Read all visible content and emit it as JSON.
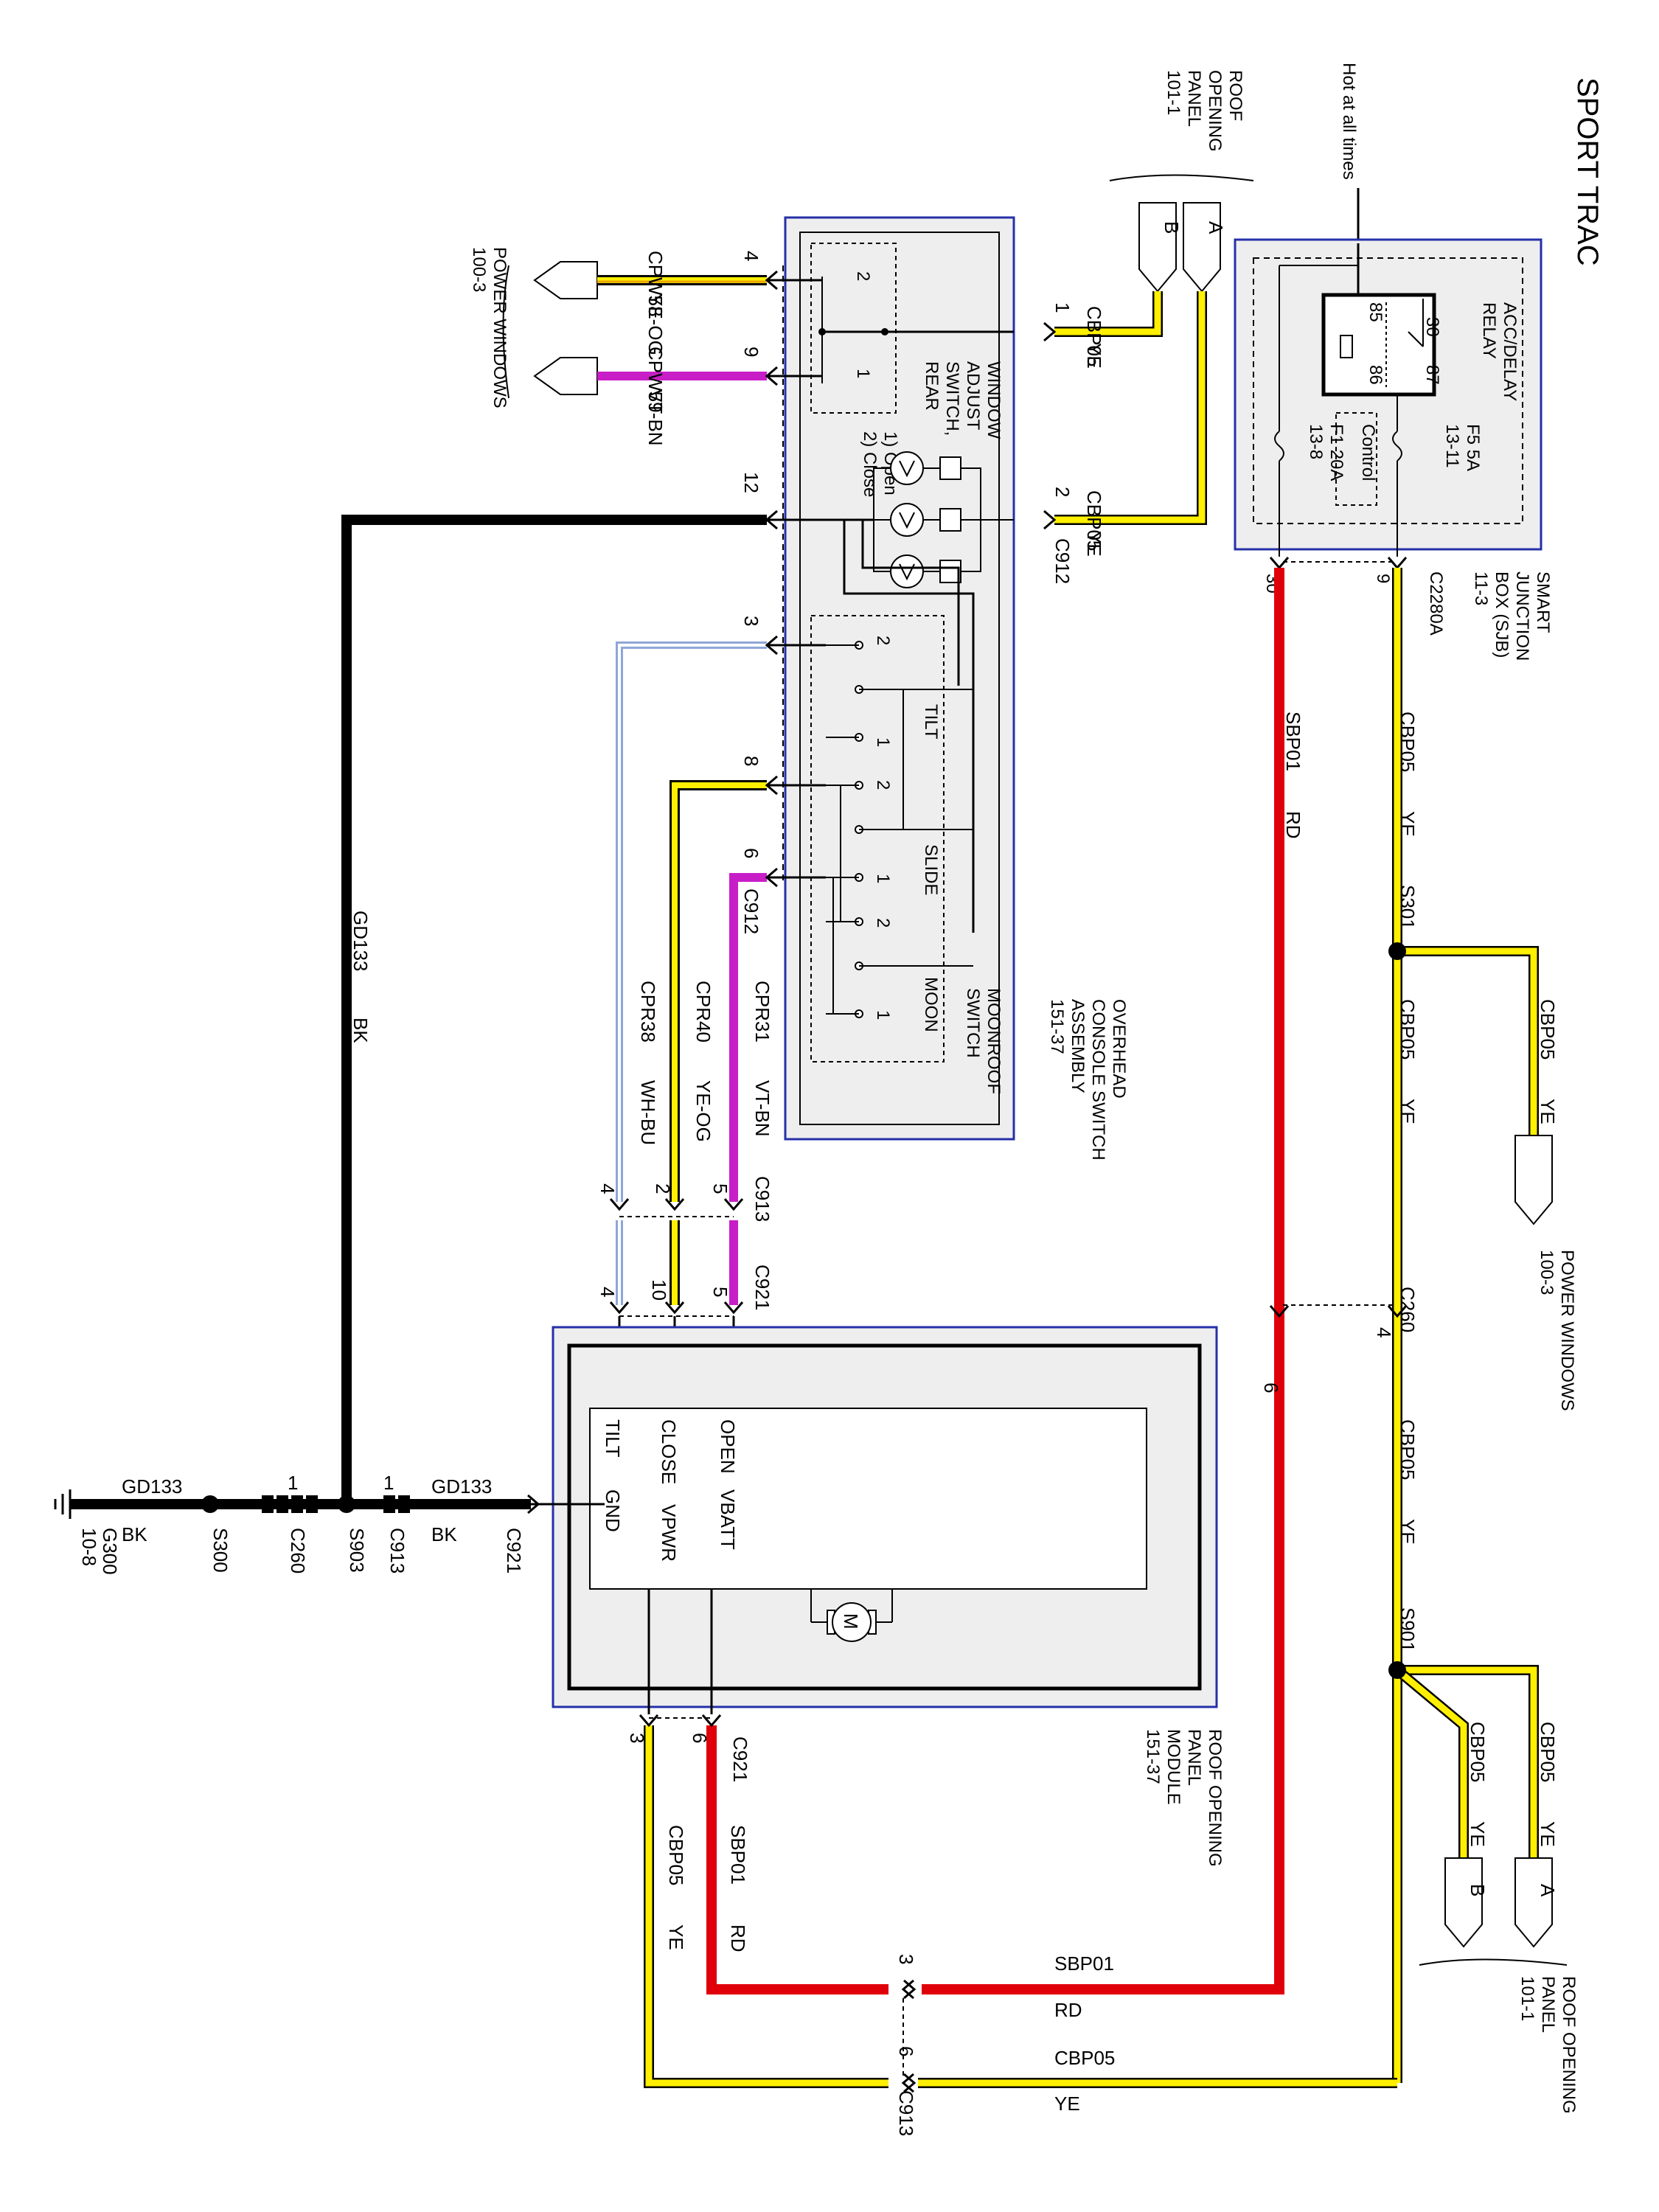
{
  "title": "SPORT TRAC",
  "hot_note": "Hot at all times",
  "colors": {
    "yellow": "#ffef00",
    "red": "#e0000a",
    "magenta": "#c81ec8",
    "black": "#000000",
    "white_blue": "#8fa6d8",
    "box_border": "#2530a8",
    "panel_fill": "#eeeeee"
  },
  "components": {
    "relay": {
      "name_l1": "ACC/DELAY",
      "name_l2": "RELAY",
      "pins": [
        "30",
        "85",
        "86",
        "87"
      ]
    },
    "fuse_f5": {
      "l1": "F5 5A",
      "l2": "13-11"
    },
    "fuse_f1": {
      "l1": "F1 20A",
      "l2": "13-8"
    },
    "control_label": "Control",
    "sjb": {
      "l1": "SMART",
      "l2": "JUNCTION",
      "l3": "BOX (SJB)",
      "l4": "11-3",
      "connector": "C2280A",
      "pin9": "9",
      "pin30": "30"
    },
    "roof_opening_top": {
      "l1": "ROOF",
      "l2": "OPENING",
      "l3": "PANEL",
      "l4": "101-1",
      "a": "A",
      "b": "B"
    },
    "roof_opening_bottom": {
      "l1": "ROOF OPENING",
      "l2": "PANEL",
      "l3": "101-1",
      "a": "A",
      "b": "B"
    },
    "power_windows_top": {
      "l1": "POWER WINDOWS",
      "l2": "100-3"
    },
    "power_windows_right": {
      "l1": "POWER WINDOWS",
      "l2": "100-3"
    },
    "window_switch": {
      "l1": "WINDOW",
      "l2": "ADJUST",
      "l3": "SWITCH,",
      "l4": "REAR",
      "l5": "1) Open",
      "l6": "2) Close",
      "p1": "1",
      "p2": "2"
    },
    "moonroof_switch": {
      "l1": "MOONROOF",
      "l2": "SWITCH",
      "tilt": "TILT",
      "slide": "SLIDE",
      "moon": "MOON",
      "p1": "1",
      "p2": "2"
    },
    "overhead_console": {
      "l1": "OVERHEAD",
      "l2": "CONSOLE SWITCH",
      "l3": "ASSEMBLY",
      "l4": "151-37"
    },
    "roof_module": {
      "l1": "ROOF OPENING",
      "l2": "PANEL",
      "l3": "MODULE",
      "l4": "151-37",
      "pins": {
        "open": "OPEN",
        "close": "CLOSE",
        "tilt": "TILT",
        "gnd": "GND",
        "vbatt": "VBATT",
        "vpwr": "VPWR"
      },
      "motor": "M"
    },
    "ground": {
      "l1": "G300",
      "l2": "10-8"
    }
  },
  "wires": {
    "cpw58": {
      "circuit": "CPW58",
      "color": "YE-OG",
      "pin": "4"
    },
    "cpw59": {
      "circuit": "CPW59",
      "color": "VT-BN",
      "pin": "9"
    },
    "cbp05_1": {
      "circuit": "CBP05",
      "color": "YE",
      "pin": "1"
    },
    "cbp05_2": {
      "circuit": "CBP05",
      "color": "YE",
      "pin": "2",
      "connector": "C912"
    },
    "gd133_v": {
      "circuit": "GD133",
      "color": "BK",
      "pin": "12"
    },
    "cpr38": {
      "circuit": "CPR38",
      "color": "WH-BU",
      "pin": "3"
    },
    "cpr40": {
      "circuit": "CPR40",
      "color": "YE-OG",
      "pin": "8"
    },
    "cpr31": {
      "circuit": "CPR31",
      "color": "VT-BN",
      "pin": "6",
      "connector": "C912"
    },
    "sbp01_sjb": {
      "circuit": "SBP01",
      "color": "RD"
    },
    "cbp05_sjb": {
      "circuit": "CBP05",
      "color": "YE"
    },
    "s301": "S301",
    "cbp05_s301a": {
      "circuit": "CBP05",
      "color": "YE"
    },
    "cbp05_pw": {
      "circuit": "CBP05",
      "color": "YE"
    },
    "c260": {
      "name": "C260",
      "pin_yel": "4",
      "pin_red": "6"
    },
    "cbp05_c260": {
      "circuit": "CBP05",
      "color": "YE"
    },
    "s901": "S901",
    "cbp05_a": {
      "circuit": "CBP05",
      "color": "YE"
    },
    "cbp05_b": {
      "circuit": "CBP05",
      "color": "YE"
    },
    "c913_top": {
      "name": "C913",
      "p4": "4",
      "p2": "2",
      "p5": "5"
    },
    "c921_top": {
      "name": "C921",
      "p4": "4",
      "p10": "10",
      "p5": "5"
    },
    "gd133_h1": {
      "circuit": "GD133",
      "color": "BK",
      "connector": "C921"
    },
    "gd133_h2": {
      "circuit": "GD133",
      "color": "BK"
    },
    "s903": "S903",
    "c913_gnd": {
      "name": "C913",
      "pin": "1"
    },
    "c260_gnd": {
      "name": "C260",
      "pin": "1"
    },
    "s300": "S300",
    "c921_bot": {
      "name": "C921",
      "p3": "3",
      "p6": "6"
    },
    "cbp05_vpwr": {
      "circuit": "CBP05",
      "color": "YE"
    },
    "sbp01_vbatt": {
      "circuit": "SBP01",
      "color": "RD"
    },
    "sbp01_bot": {
      "circuit": "SBP01",
      "color": "RD",
      "pin": "3"
    },
    "cbp05_bot": {
      "circuit": "CBP05",
      "color": "YE",
      "pin": "6",
      "connector": "C913"
    }
  }
}
